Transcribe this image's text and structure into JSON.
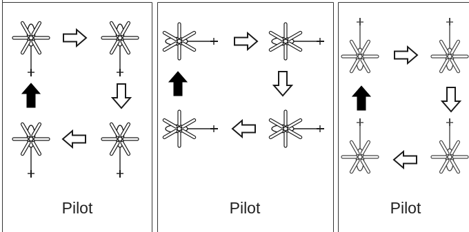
{
  "panels": [
    {
      "label": "Pilot"
    },
    {
      "label": "Pilot"
    },
    {
      "label": "Pilot"
    }
  ],
  "colors": {
    "ink": "#1a1a1a",
    "frame": "#333333",
    "outline_arrow_fill": "#ffffff",
    "solid_arrow_fill": "#000000",
    "panel3_ink": "#444444"
  },
  "icons": {
    "aircraft": "helicopter-icon",
    "movement_arrow": "outline-arrow-icon",
    "reference_arrow": "solid-arrow-icon"
  }
}
